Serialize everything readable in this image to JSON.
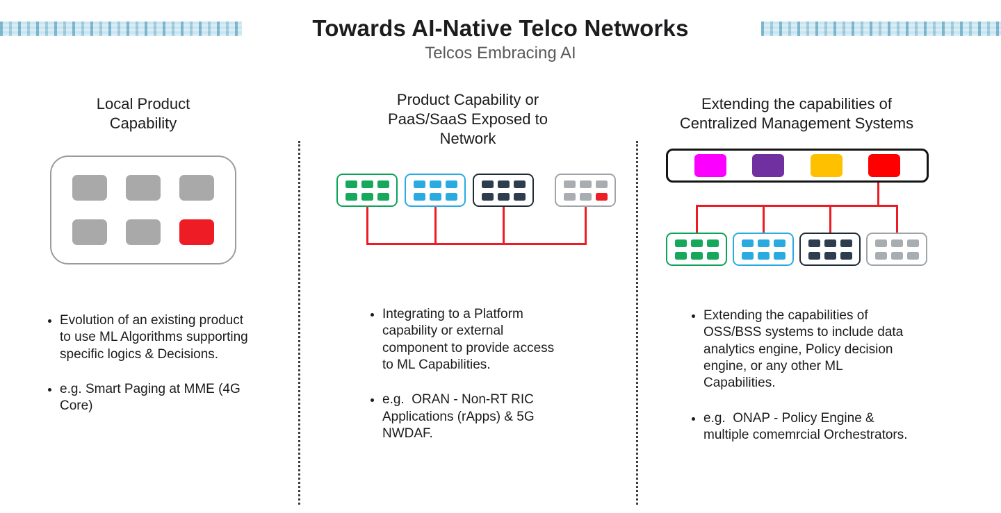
{
  "header": {
    "title": "Towards AI-Native Telco Networks",
    "subtitle": "Telcos Embracing AI"
  },
  "columns": [
    {
      "heading": "Local Product Capability",
      "heading_lines": [
        "Local Product",
        "Capability"
      ],
      "bullets": [
        "Evolution of an existing product to use ML Algorithms supporting specific logics & Decisions.",
        "e.g. Smart Paging at MME (4G Core)"
      ]
    },
    {
      "heading": "Product Capability or PaaS/SaaS Exposed to Network",
      "heading_lines": [
        "Product Capability or",
        "PaaS/SaaS Exposed to",
        "Network"
      ],
      "bullets": [
        "Integrating to a Platform capability or external component to provide access to ML Capabilities.",
        "e.g.  ORAN - Non-RT RIC Applications (rApps) & 5G NWDAF."
      ]
    },
    {
      "heading": "Extending the capabilities of Centralized Management Systems",
      "heading_lines": [
        "Extending the capabilities of",
        "Centralized Management Systems"
      ],
      "bullets": [
        "Extending the capabilities of OSS/BSS systems to include data analytics engine, Policy decision engine, or any other ML Capabilities.",
        "e.g.  ONAP - Policy Engine & multiple comemrcial Orchestrators."
      ]
    }
  ],
  "palette": {
    "chip_gray": "#a9a9a9",
    "chip_green": "#16a85b",
    "chip_blue": "#29abe2",
    "chip_dark": "#2d3c4e",
    "chip_red": "#ee1c25",
    "connector_red": "#ed1c24",
    "mgmt_magenta": "#fb00ff",
    "mgmt_purple": "#7030a0",
    "mgmt_amber": "#ffc000",
    "mgmt_red": "#fe0000",
    "tape_blue": "#c9e5f0",
    "title_color": "#1c1c1e",
    "subtitle_color": "#595959"
  }
}
